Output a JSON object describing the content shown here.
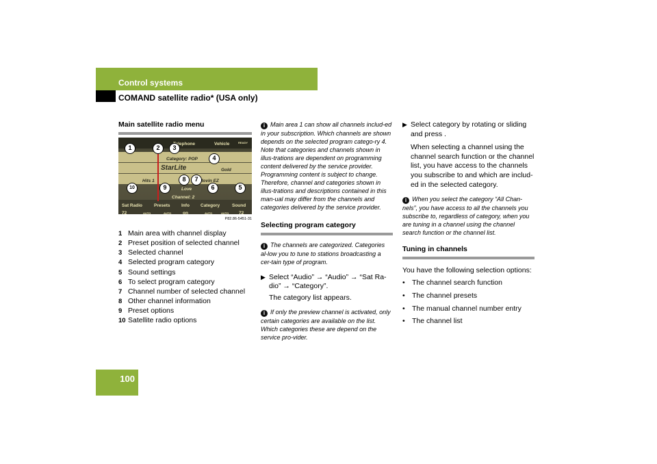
{
  "header": {
    "section": "Control systems",
    "title": "COMAND satellite radio* (USA only)",
    "page_number": "100"
  },
  "col1": {
    "heading": "Main satellite radio menu",
    "screen": {
      "tabs": [
        "Telephone",
        "Vehicle"
      ],
      "category": "Category: POP",
      "station": "StarLite",
      "gold": "Gold",
      "hits": "Hits 1",
      "movin": "Movin EZ",
      "love": "Love",
      "channel": "Channel: 2",
      "status": "READY",
      "bottom": [
        "Sat Radio",
        "Presets",
        "Info",
        "Category",
        "Sound"
      ],
      "climate_left": "72",
      "climate_right": "72",
      "climate_on": "on",
      "auto_labels": [
        "AUTO",
        "AUTO",
        "AUTO",
        "AUTO"
      ],
      "callouts": [
        "1",
        "2",
        "3",
        "4",
        "5",
        "6",
        "7",
        "8",
        "9",
        "10"
      ]
    },
    "figure_id": "P82.86-5451-31",
    "legend": [
      {
        "num": "1",
        "text": "Main area with channel display"
      },
      {
        "num": "2",
        "text": "Preset position of selected channel"
      },
      {
        "num": "3",
        "text": "Selected channel"
      },
      {
        "num": "4",
        "text": "Selected program category"
      },
      {
        "num": "5",
        "text": "Sound settings"
      },
      {
        "num": "6",
        "text": "To select program category"
      },
      {
        "num": "7",
        "text": "Channel number of selected channel"
      },
      {
        "num": "8",
        "text": "Other channel information"
      },
      {
        "num": "9",
        "text": "Preset options"
      },
      {
        "num": "10",
        "text": "Satellite radio options"
      }
    ]
  },
  "col2": {
    "note1": "Main area 1 can show all channels includ-ed in your subscription. Which channels are shown depends on the selected program catego-ry 4. Note that categories and channels shown in illus-trations are dependent on programming content delivered by the service provider. Programming content is subject to change. Therefore, channel and categories shown in illus-trations and descriptions contained in this man-ual may differ from the channels and categories delivered by the service provider.",
    "heading": "Selecting program category",
    "note2": "The channels are categorized. Categories al-low you to tune to stations broadcasting a cer-tain type of program.",
    "step": "Select “Audio” → “Audio” → “Sat Ra-dio” → “Category”.",
    "result": "The category list appears.",
    "note3": "If only the preview channel is activated, only certain categories are available on the list. Which categories these are depend on the service pro-vider."
  },
  "col3": {
    "step": "Select category by rotating or sliding and press .",
    "para": "When selecting a channel using the channel search function or the channel list, you have access to the channels you subscribe to and which are includ-ed in the selected category.",
    "note": "When you select the category “All Chan-nels”, you have access to all the channels you subscribe to, regardless of category, when you are tuning in a channel using the channel search function or the channel list.",
    "heading": "Tuning in channels",
    "intro": "You have the following selection options:",
    "bullets": [
      "The channel search function",
      "The channel presets",
      "The manual channel number entry",
      "The channel list"
    ]
  },
  "colors": {
    "accent": "#8fb23b",
    "rule": "#9a9a9a"
  }
}
